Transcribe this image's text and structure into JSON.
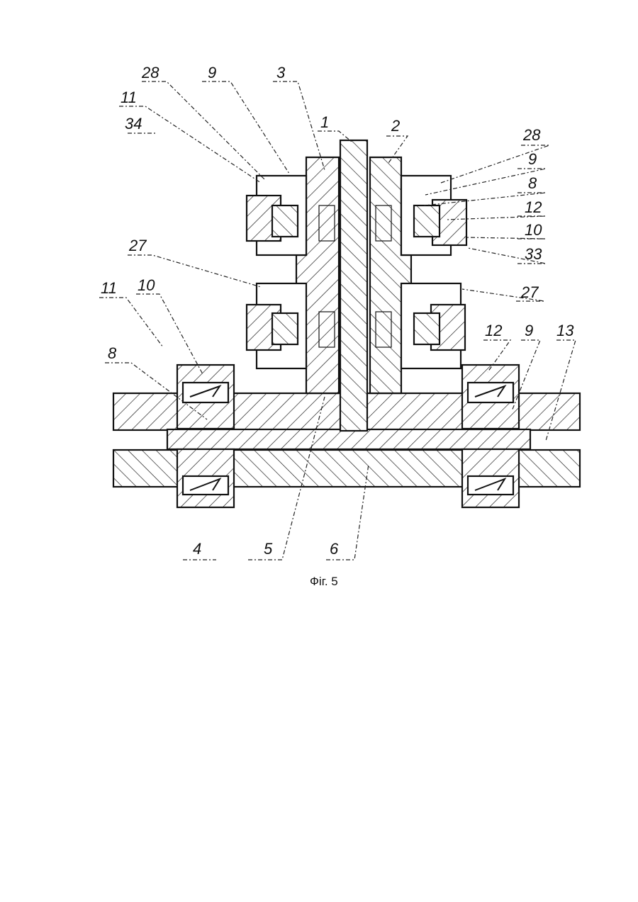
{
  "figure": {
    "caption": "Фіг. 5",
    "labels": {
      "l1": "1",
      "l2": "2",
      "l3": "3",
      "l4": "4",
      "l5": "5",
      "l6": "6",
      "l8a": "8",
      "l8b": "8",
      "l9a": "9",
      "l9b": "9",
      "l9c": "9",
      "l10a": "10",
      "l10b": "10",
      "l11a": "11",
      "l11b": "11",
      "l12a": "12",
      "l12b": "12",
      "l13": "13",
      "l27a": "27",
      "l27b": "27",
      "l28a": "28",
      "l28b": "28",
      "l33": "33",
      "l34": "34"
    }
  }
}
